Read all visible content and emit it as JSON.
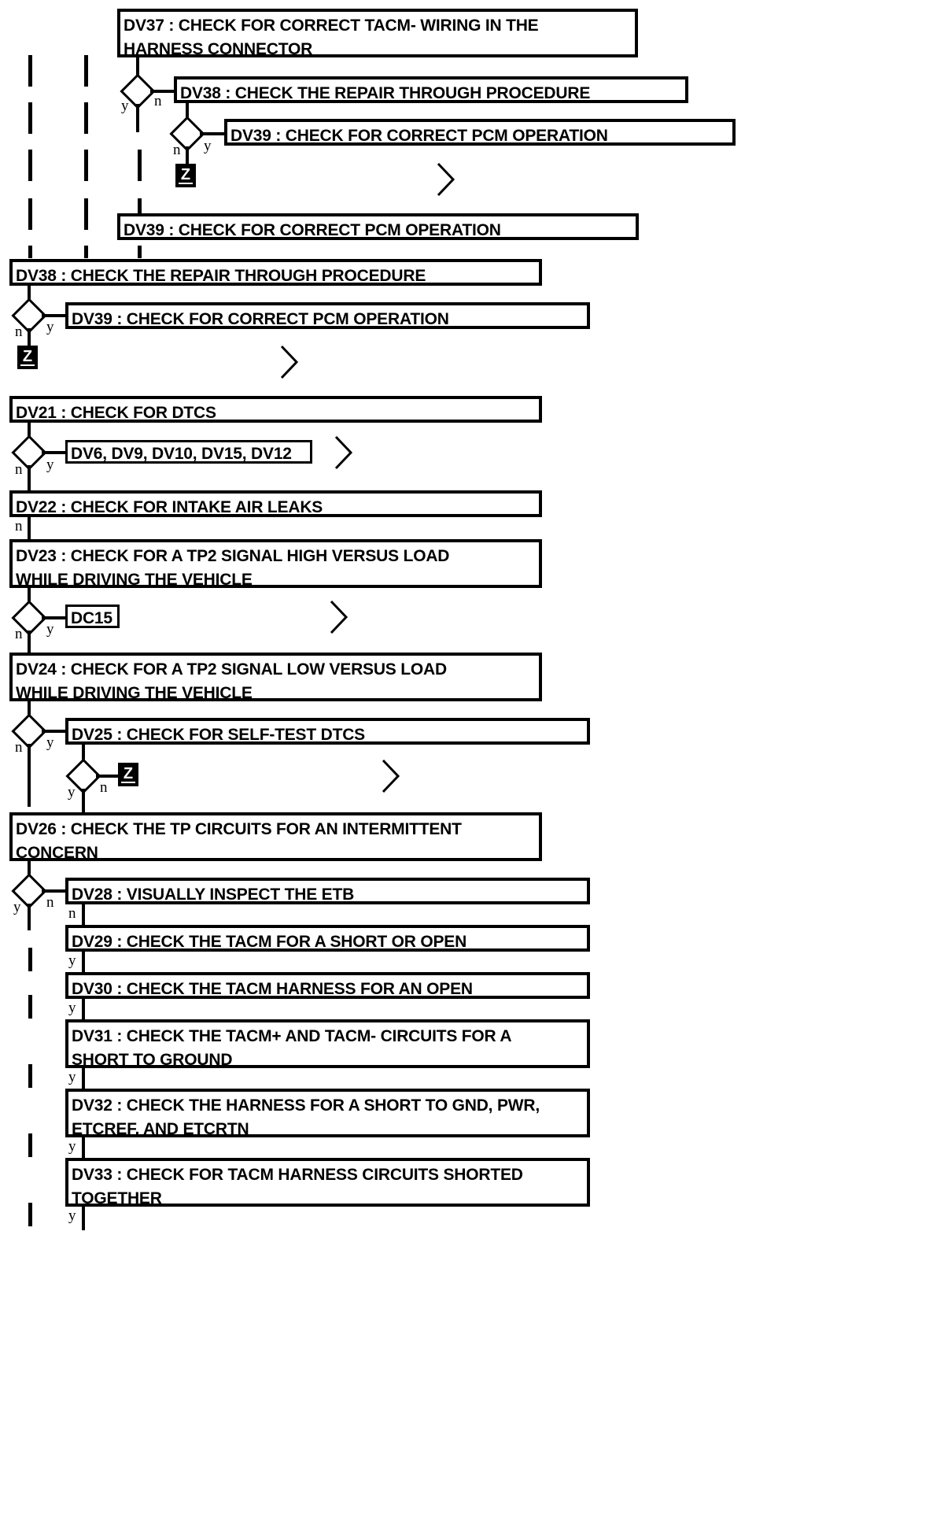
{
  "diagram": {
    "type": "diagnostic-flowchart",
    "title": "",
    "line_color": "#000000",
    "background_color": "#ffffff",
    "branch_labels": {
      "yes": "y",
      "no": "n"
    },
    "terminator_label": "Z",
    "nodes": [
      {
        "id": "DV37",
        "label": "DV37 : CHECK FOR CORRECT TACM- WIRING IN THE\nHARNESS CONNECTOR"
      },
      {
        "id": "DV38a",
        "label": "DV38 : CHECK THE REPAIR THROUGH PROCEDURE"
      },
      {
        "id": "DV39a",
        "label": "DV39 : CHECK FOR CORRECT PCM OPERATION"
      },
      {
        "id": "DV39b",
        "label": "DV39 : CHECK FOR CORRECT PCM OPERATION"
      },
      {
        "id": "DV38b",
        "label": "DV38 : CHECK THE REPAIR THROUGH PROCEDURE"
      },
      {
        "id": "DV39c",
        "label": "DV39 : CHECK FOR CORRECT PCM OPERATION"
      },
      {
        "id": "DV21",
        "label": "DV21 : CHECK FOR DTCS"
      },
      {
        "id": "DVLIST",
        "label": "DV6, DV9, DV10, DV15, DV12"
      },
      {
        "id": "DV22",
        "label": "DV22 : CHECK FOR INTAKE AIR LEAKS"
      },
      {
        "id": "DV23",
        "label": "DV23 : CHECK FOR A TP2 SIGNAL HIGH VERSUS LOAD\nWHILE DRIVING THE VEHICLE"
      },
      {
        "id": "DC15",
        "label": "DC15"
      },
      {
        "id": "DV24",
        "label": "DV24 : CHECK FOR A TP2 SIGNAL LOW VERSUS LOAD\nWHILE DRIVING THE VEHICLE"
      },
      {
        "id": "DV25",
        "label": "DV25 : CHECK FOR SELF-TEST DTCS"
      },
      {
        "id": "DV26",
        "label": "DV26 : CHECK THE TP CIRCUITS FOR AN INTERMITTENT\nCONCERN"
      },
      {
        "id": "DV28",
        "label": "DV28 : VISUALLY INSPECT THE ETB"
      },
      {
        "id": "DV29",
        "label": "DV29 : CHECK THE TACM FOR A SHORT OR OPEN"
      },
      {
        "id": "DV30",
        "label": "DV30 : CHECK THE TACM HARNESS FOR AN OPEN"
      },
      {
        "id": "DV31",
        "label": "DV31 : CHECK THE TACM+ AND TACM- CIRCUITS FOR A\nSHORT TO GROUND"
      },
      {
        "id": "DV32",
        "label": "DV32 : CHECK THE  HARNESS FOR A SHORT TO GND, PWR,\nETCREF, AND ETCRTN"
      },
      {
        "id": "DV33",
        "label": "DV33 : CHECK FOR TACM HARNESS CIRCUITS SHORTED\nTOGETHER"
      }
    ]
  }
}
